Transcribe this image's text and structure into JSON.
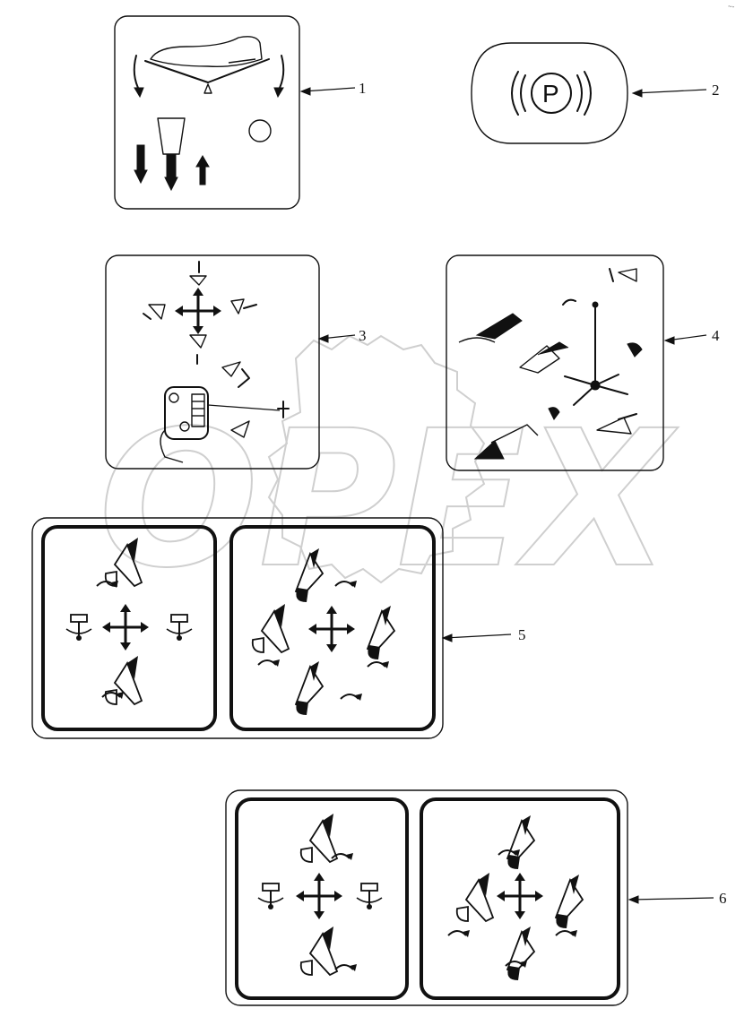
{
  "watermark": {
    "text": "OPEX",
    "color": "#cfcfcf"
  },
  "corner_mark": "~-",
  "callouts": [
    {
      "id": "1",
      "label": "1",
      "decal": "pedal-lever-decal"
    },
    {
      "id": "2",
      "label": "2",
      "decal": "parking-brake-decal"
    },
    {
      "id": "3",
      "label": "3",
      "decal": "joystick-controls-decal"
    },
    {
      "id": "4",
      "label": "4",
      "decal": "boom-functions-decal"
    },
    {
      "id": "5",
      "label": "5",
      "decal": "control-pattern-decal-a"
    },
    {
      "id": "6",
      "label": "6",
      "decal": "control-pattern-decal-b"
    }
  ],
  "parking_brake_symbol": "P",
  "icons": [
    "shoe-icon",
    "lever-icon",
    "circle-indicator-icon",
    "parking-brake-icon",
    "four-way-arrow-icon",
    "bucket-icon",
    "crane-arm-icon",
    "hand-joystick-icon",
    "boom-swing-icon",
    "curved-arrow-icon"
  ]
}
